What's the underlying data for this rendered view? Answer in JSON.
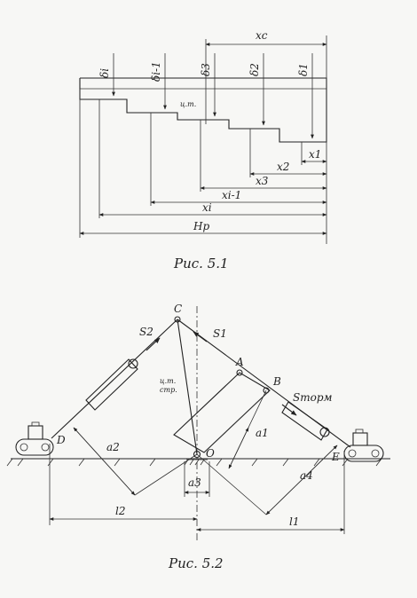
{
  "fig1": {
    "caption": "Рис. 5.1",
    "xc": "xc",
    "deltas": [
      "δi",
      "δi-1",
      "δ3",
      "δ2",
      "δ1"
    ],
    "ct": "ц.т.",
    "dims": [
      "x1",
      "x2",
      "x3",
      "xi-1",
      "xi",
      "Hp"
    ]
  },
  "fig2": {
    "caption": "Рис. 5.2",
    "points": [
      "C",
      "A",
      "B",
      "D",
      "E",
      "O"
    ],
    "forces": [
      "S2",
      "S1",
      "Sторм"
    ],
    "ct_line1": "ц.т.",
    "ct_line2": "стр.",
    "arms": [
      "a2",
      "a1",
      "a3",
      "a4"
    ],
    "lengths": [
      "l2",
      "l1"
    ]
  }
}
